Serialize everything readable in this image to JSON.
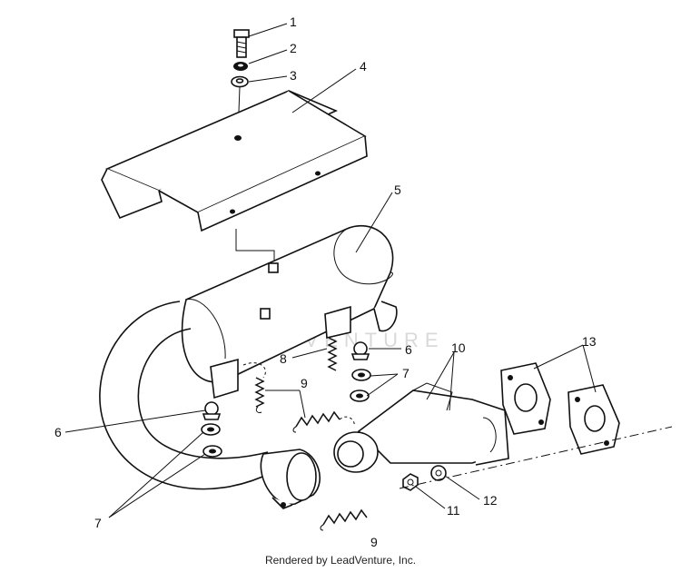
{
  "callouts": {
    "c1": "1",
    "c2": "2",
    "c3": "3",
    "c4": "4",
    "c5": "5",
    "c6a": "6",
    "c6b": "6",
    "c7a": "7",
    "c7b": "7",
    "c8": "8",
    "c9a": "9",
    "c9b": "9",
    "c10": "10",
    "c11": "11",
    "c12": "12",
    "c13": "13"
  },
  "watermark": "LEADVENTURE",
  "footer": "Rendered by LeadVenture, Inc."
}
